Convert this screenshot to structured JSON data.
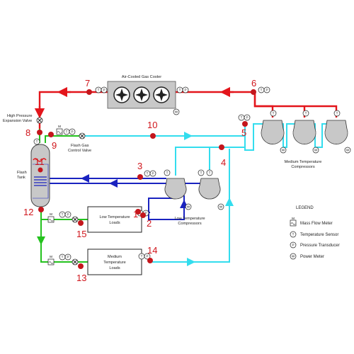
{
  "colors": {
    "red": "#e3151b",
    "cyan": "#33ddee",
    "blue": "#1a23c0",
    "green": "#24c21e",
    "equipment": "#c8c8c8",
    "point_marker": "#c4161c"
  },
  "labels": {
    "gas_cooler": "Air-Cooled Gas Cooler",
    "hp_valve_line1": "High Pressure",
    "hp_valve_line2": "Expansion Valve",
    "fgc_valve_line1": "Flash Gas",
    "fgc_valve_line2": "Control Valve",
    "flash_tank_line1": "Flash",
    "flash_tank_line2": "Tank",
    "lt_loads_line1": "Low Temperature",
    "lt_loads_line2": "Loads",
    "mt_loads_line1": "Medium",
    "mt_loads_line2": "Temperature",
    "mt_loads_line3": "Loads",
    "lt_comp_line1": "Low Temperature",
    "lt_comp_line2": "Compressors",
    "mt_comp_line1": "Medium Temperature",
    "mt_comp_line2": "Compressors"
  },
  "points": [
    "1",
    "2",
    "3",
    "4",
    "5",
    "6",
    "7",
    "8",
    "9",
    "10",
    "11",
    "12",
    "13",
    "14",
    "15"
  ],
  "sensor_letters": {
    "mass_flow": "M",
    "temperature": "T",
    "pressure": "P",
    "power": "W"
  },
  "legend": {
    "title": "LEGEND",
    "mass_flow": "Mass Flow Meter",
    "temperature": "Temperature Sensor",
    "pressure": "Pressure Transducer",
    "power": "Power Meter"
  }
}
